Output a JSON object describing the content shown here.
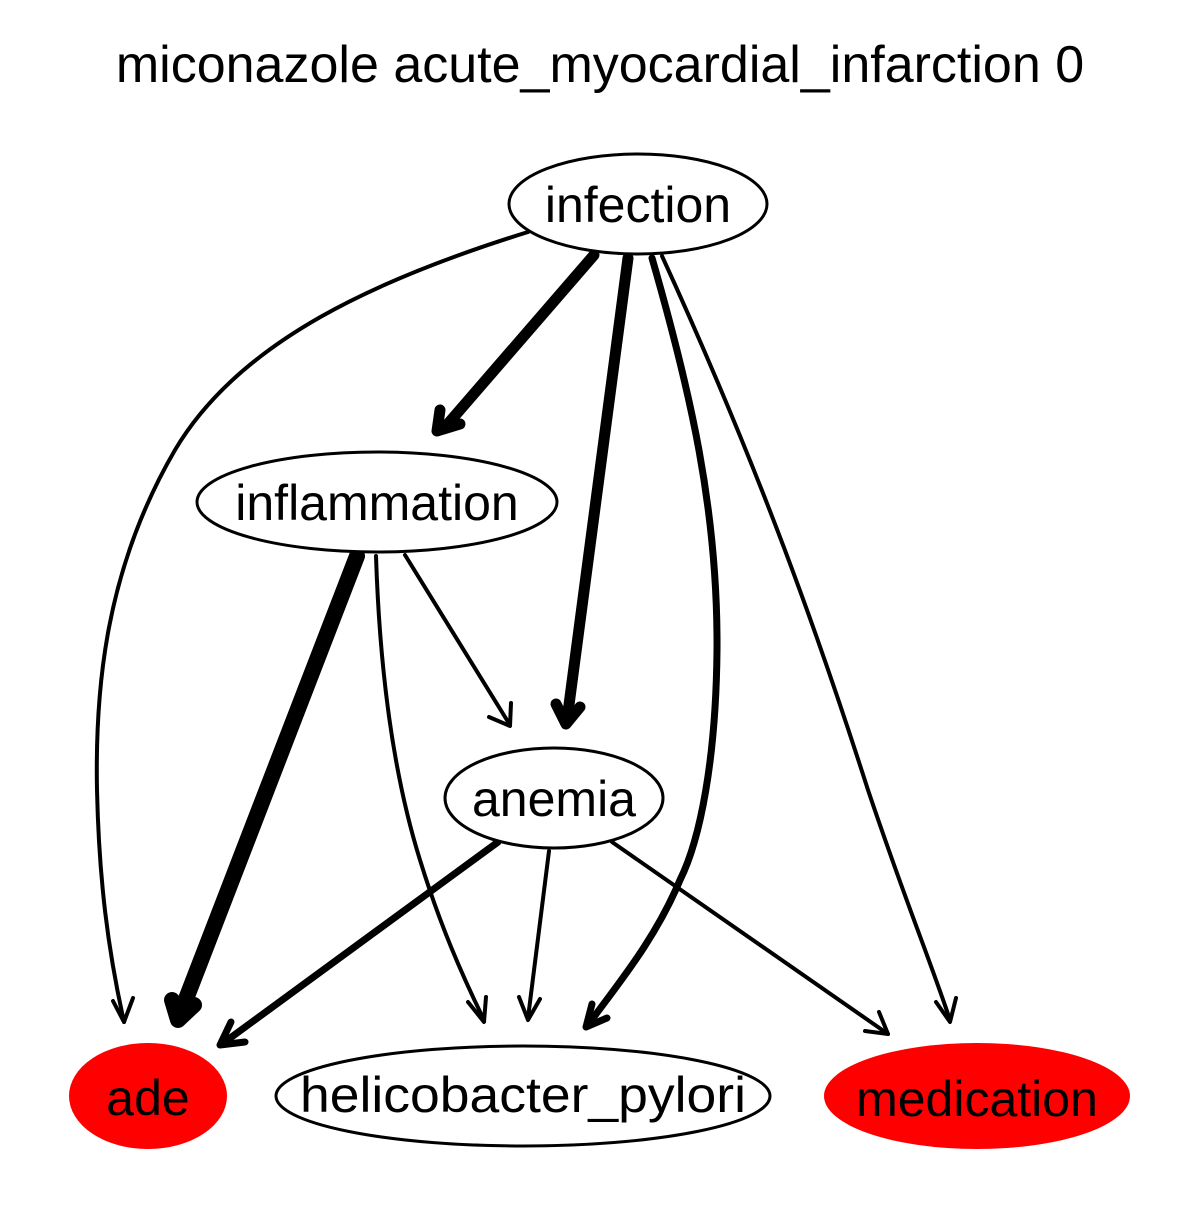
{
  "title": "miconazole acute_myocardial_infarction 0",
  "colors": {
    "highlight": "#ff0000",
    "default_fill": "#ffffff",
    "stroke": "#000000"
  },
  "nodes": {
    "infection": {
      "label": "infection",
      "highlight": false
    },
    "inflammation": {
      "label": "inflammation",
      "highlight": false
    },
    "anemia": {
      "label": "anemia",
      "highlight": false
    },
    "ade": {
      "label": "ade",
      "highlight": true
    },
    "helicobacter_pylori": {
      "label": "helicobacter_pylori",
      "highlight": false
    },
    "medication": {
      "label": "medication",
      "highlight": true
    }
  },
  "edges": [
    {
      "from": "infection",
      "to": "ade",
      "weight": "thin"
    },
    {
      "from": "infection",
      "to": "inflammation",
      "weight": "heavy"
    },
    {
      "from": "infection",
      "to": "anemia",
      "weight": "heavy"
    },
    {
      "from": "infection",
      "to": "helicobacter_pylori",
      "weight": "medium"
    },
    {
      "from": "infection",
      "to": "medication",
      "weight": "thin"
    },
    {
      "from": "inflammation",
      "to": "ade",
      "weight": "extra-heavy"
    },
    {
      "from": "inflammation",
      "to": "helicobacter_pylori",
      "weight": "thin"
    },
    {
      "from": "inflammation",
      "to": "anemia",
      "weight": "thin"
    },
    {
      "from": "anemia",
      "to": "ade",
      "weight": "medium"
    },
    {
      "from": "anemia",
      "to": "helicobacter_pylori",
      "weight": "thin"
    },
    {
      "from": "anemia",
      "to": "medication",
      "weight": "thin"
    }
  ]
}
